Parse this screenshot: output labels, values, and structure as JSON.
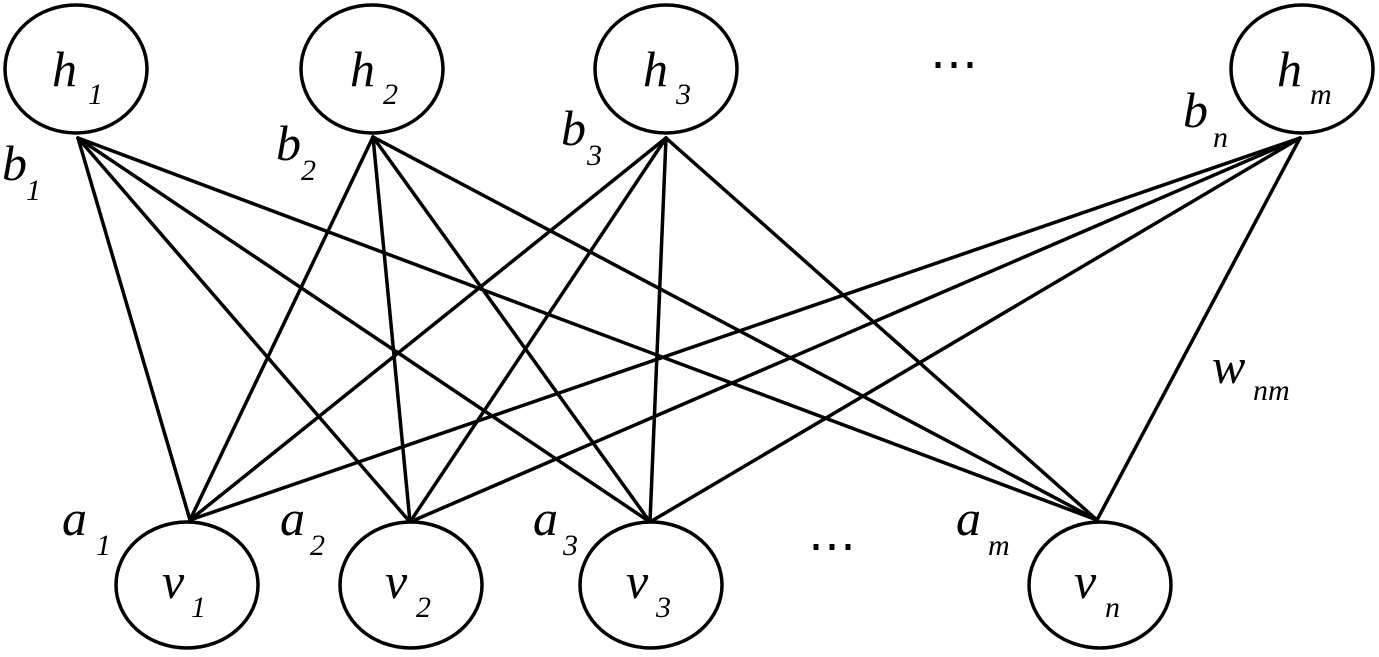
{
  "hidden_nodes": [
    {
      "base": "h",
      "sub": "1"
    },
    {
      "base": "h",
      "sub": "2"
    },
    {
      "base": "h",
      "sub": "3"
    },
    {
      "base": "h",
      "sub": "m"
    }
  ],
  "visible_nodes": [
    {
      "base": "v",
      "sub": "1"
    },
    {
      "base": "v",
      "sub": "2"
    },
    {
      "base": "v",
      "sub": "3"
    },
    {
      "base": "v",
      "sub": "n"
    }
  ],
  "hidden_bias_labels": [
    {
      "base": "b",
      "sub": "1"
    },
    {
      "base": "b",
      "sub": "2"
    },
    {
      "base": "b",
      "sub": "3"
    },
    {
      "base": "b",
      "sub": "n"
    }
  ],
  "visible_bias_labels": [
    {
      "base": "a",
      "sub": "1"
    },
    {
      "base": "a",
      "sub": "2"
    },
    {
      "base": "a",
      "sub": "3"
    },
    {
      "base": "a",
      "sub": "m"
    }
  ],
  "weight_label": {
    "base": "w",
    "sub": "nm"
  },
  "ellipsis": "⋯"
}
